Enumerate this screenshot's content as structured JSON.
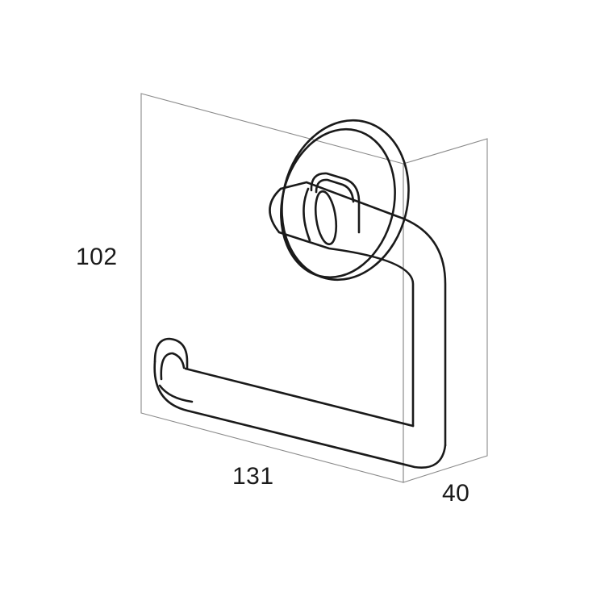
{
  "dimensions": {
    "height": "102",
    "width": "131",
    "depth": "40"
  },
  "colors": {
    "product_line": "#1a1a1a",
    "box_line": "#8a8a8a",
    "background": "#ffffff"
  }
}
